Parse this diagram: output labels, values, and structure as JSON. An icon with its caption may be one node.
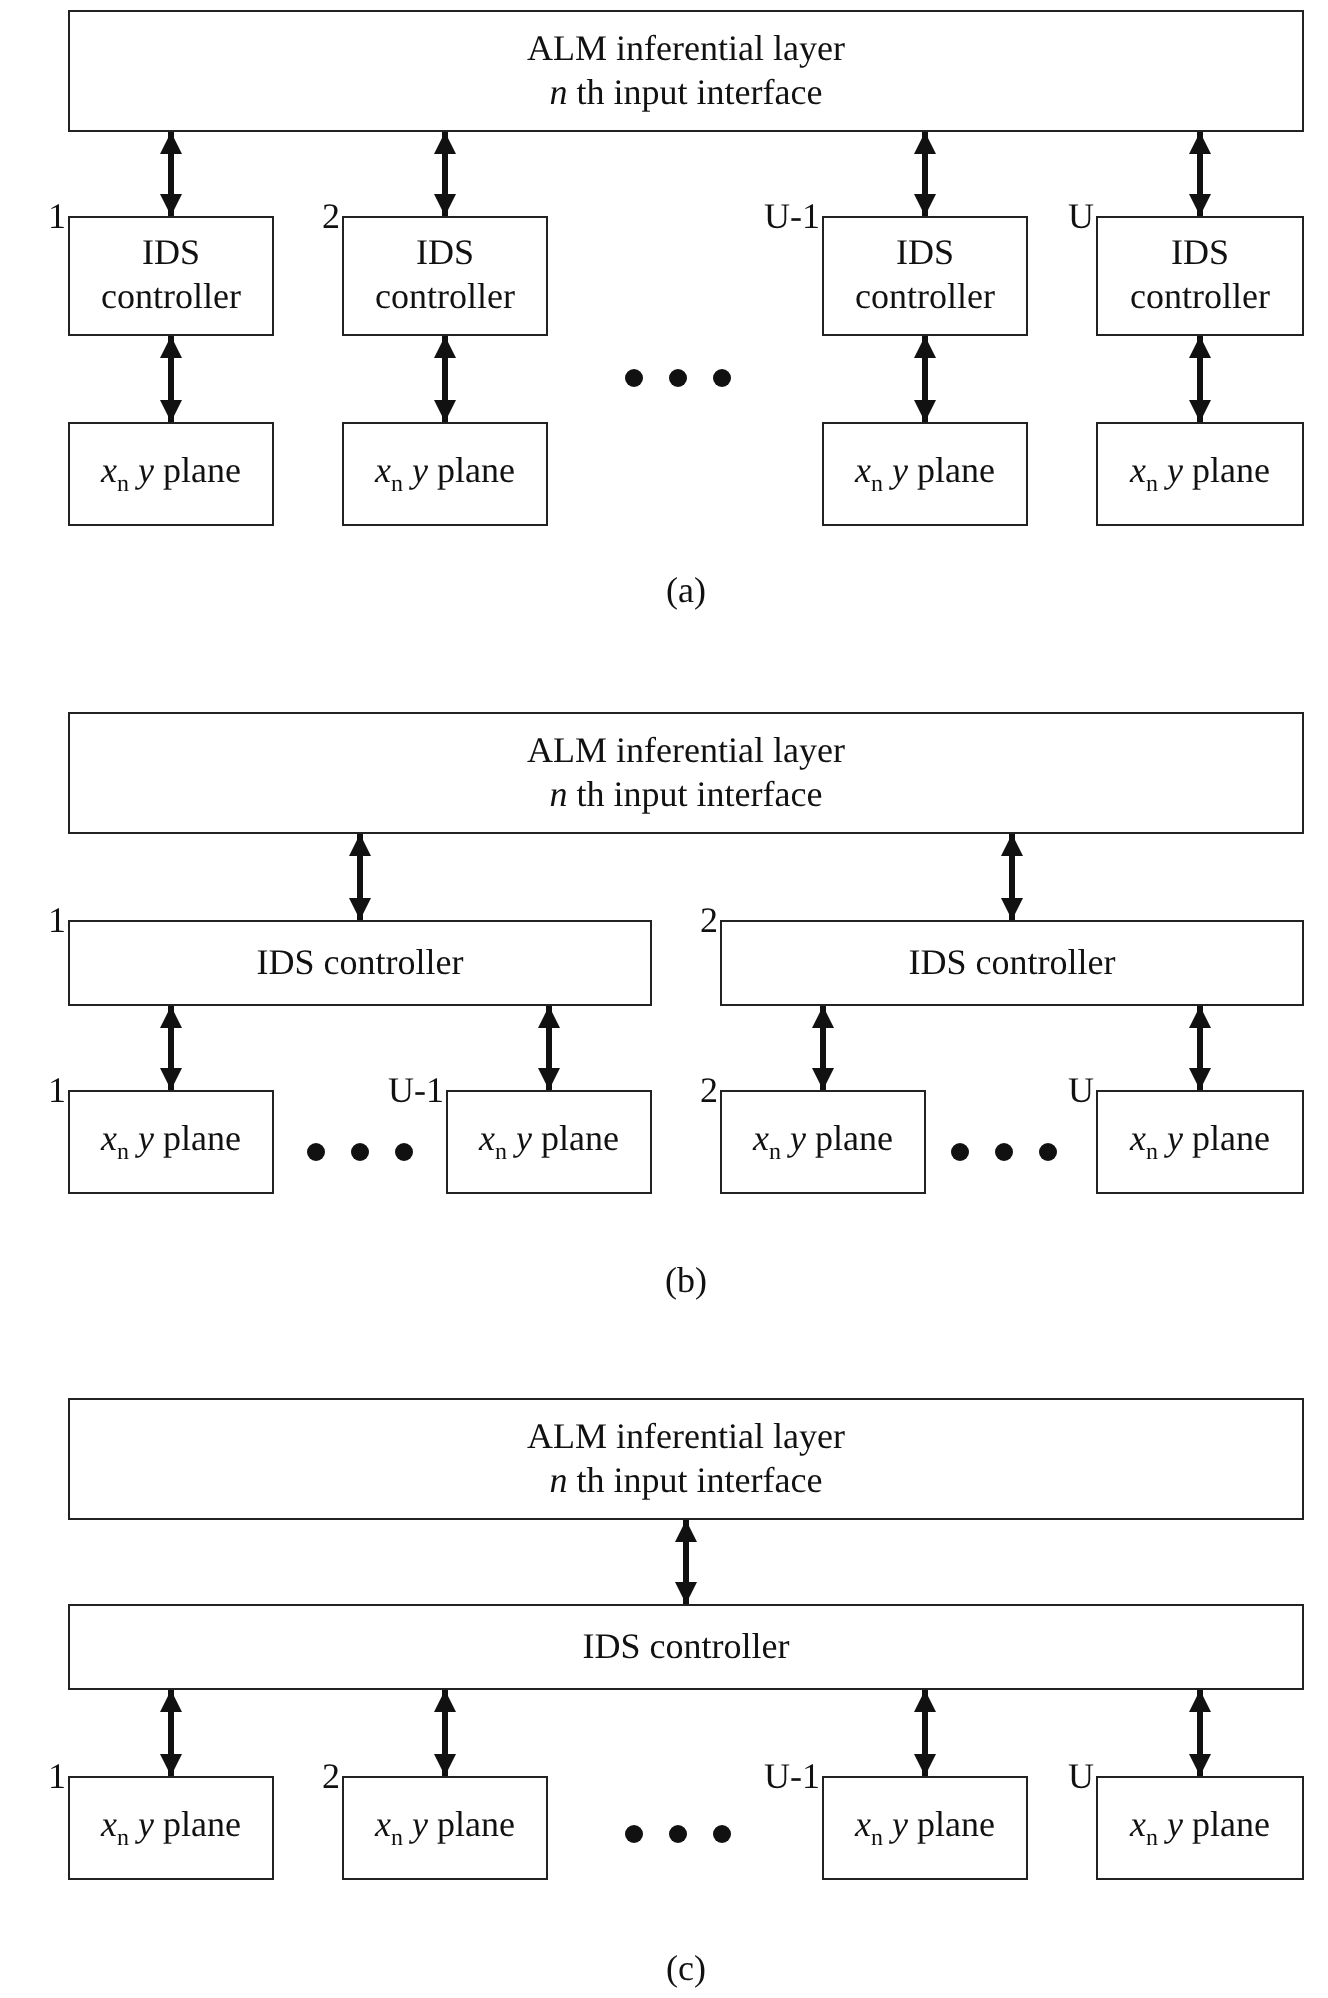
{
  "diagram": {
    "nodes": [
      {
        "text": [
          "ALM inferential layer",
          "*n* th input interface"
        ]
      },
      {
        "text": [
          "IDS controller"
        ],
        "beside": [
          "1"
        ]
      },
      {
        "text": [
          "IDS controller"
        ],
        "beside": [
          "2"
        ]
      },
      {
        "text": [
          "IDS controller"
        ],
        "beside": [
          "U-1"
        ]
      },
      {
        "text": [
          "IDS controller"
        ],
        "beside": [
          "U"
        ]
      },
      {
        "text": [
          "*x*$_{n}$ *y* plane"
        ]
      },
      {
        "text": [
          "*x*$_{n}$ *y* plane"
        ]
      },
      {
        "text": [
          "*x*$_{n}$ *y* plane"
        ]
      },
      {
        "text": [
          "*x*$_{n}$ *y* plane"
        ]
      },
      {
        "text": [
          "ALM inferential layer",
          "*n* th input interface"
        ]
      },
      {
        "text": [
          "IDS controller"
        ],
        "beside": [
          "1"
        ]
      },
      {
        "text": [
          "IDS controller"
        ],
        "beside": [
          "2"
        ]
      },
      {
        "text": [
          "*x*$_{n}$ *y* plane"
        ],
        "beside": [
          "1"
        ]
      },
      {
        "text": [
          "*x*$_{n}$ *y* plane"
        ],
        "beside": [
          "U-1"
        ]
      },
      {
        "text": [
          "*x*$_{n}$ *y* plane"
        ],
        "beside": [
          "2"
        ]
      },
      {
        "text": [
          "*x*$_{n}$ *y* plane"
        ],
        "beside": [
          "U"
        ]
      },
      {
        "text": [
          "ALM inferential layer",
          "*n* th input interface"
        ]
      },
      {
        "text": [
          "IDS controller"
        ]
      },
      {
        "text": [
          "*x*$_{n}$ *y* plane"
        ],
        "beside": [
          "1"
        ]
      },
      {
        "text": [
          "*x*$_{n}$ *y* plane"
        ],
        "beside": [
          "2"
        ]
      },
      {
        "text": [
          "*x*$_{n}$ *y* plane"
        ],
        "beside": [
          "U-1"
        ]
      },
      {
        "text": [
          "*x*$_{n}$ *y* plane"
        ],
        "beside": [
          "U"
        ]
      }
    ],
    "edges": [
      {
        "from": 0,
        "to": 1,
        "arrow": "both"
      },
      {
        "from": 0,
        "to": 2,
        "arrow": "both"
      },
      {
        "from": 0,
        "to": 3,
        "arrow": "both"
      },
      {
        "from": 0,
        "to": 4,
        "arrow": "both"
      },
      {
        "from": 1,
        "to": 5,
        "arrow": "both"
      },
      {
        "from": 2,
        "to": 6,
        "arrow": "both"
      },
      {
        "from": 3,
        "to": 7,
        "arrow": "both"
      },
      {
        "from": 4,
        "to": 8,
        "arrow": "both"
      },
      {
        "from": 9,
        "to": 10,
        "arrow": "both"
      },
      {
        "from": 9,
        "to": 11,
        "arrow": "both"
      },
      {
        "from": 10,
        "to": 12,
        "arrow": "both"
      },
      {
        "from": 10,
        "to": 13,
        "arrow": "both"
      },
      {
        "from": 11,
        "to": 14,
        "arrow": "both"
      },
      {
        "from": 11,
        "to": 15,
        "arrow": "both"
      },
      {
        "from": 16,
        "to": 17,
        "arrow": "both"
      },
      {
        "from": 17,
        "to": 18,
        "arrow": "both"
      },
      {
        "from": 17,
        "to": 19,
        "arrow": "both"
      },
      {
        "from": 17,
        "to": 20,
        "arrow": "both"
      },
      {
        "from": 17,
        "to": 21,
        "arrow": "both"
      }
    ],
    "labels": [
      "(a)",
      "(b)",
      "(c)"
    ]
  }
}
